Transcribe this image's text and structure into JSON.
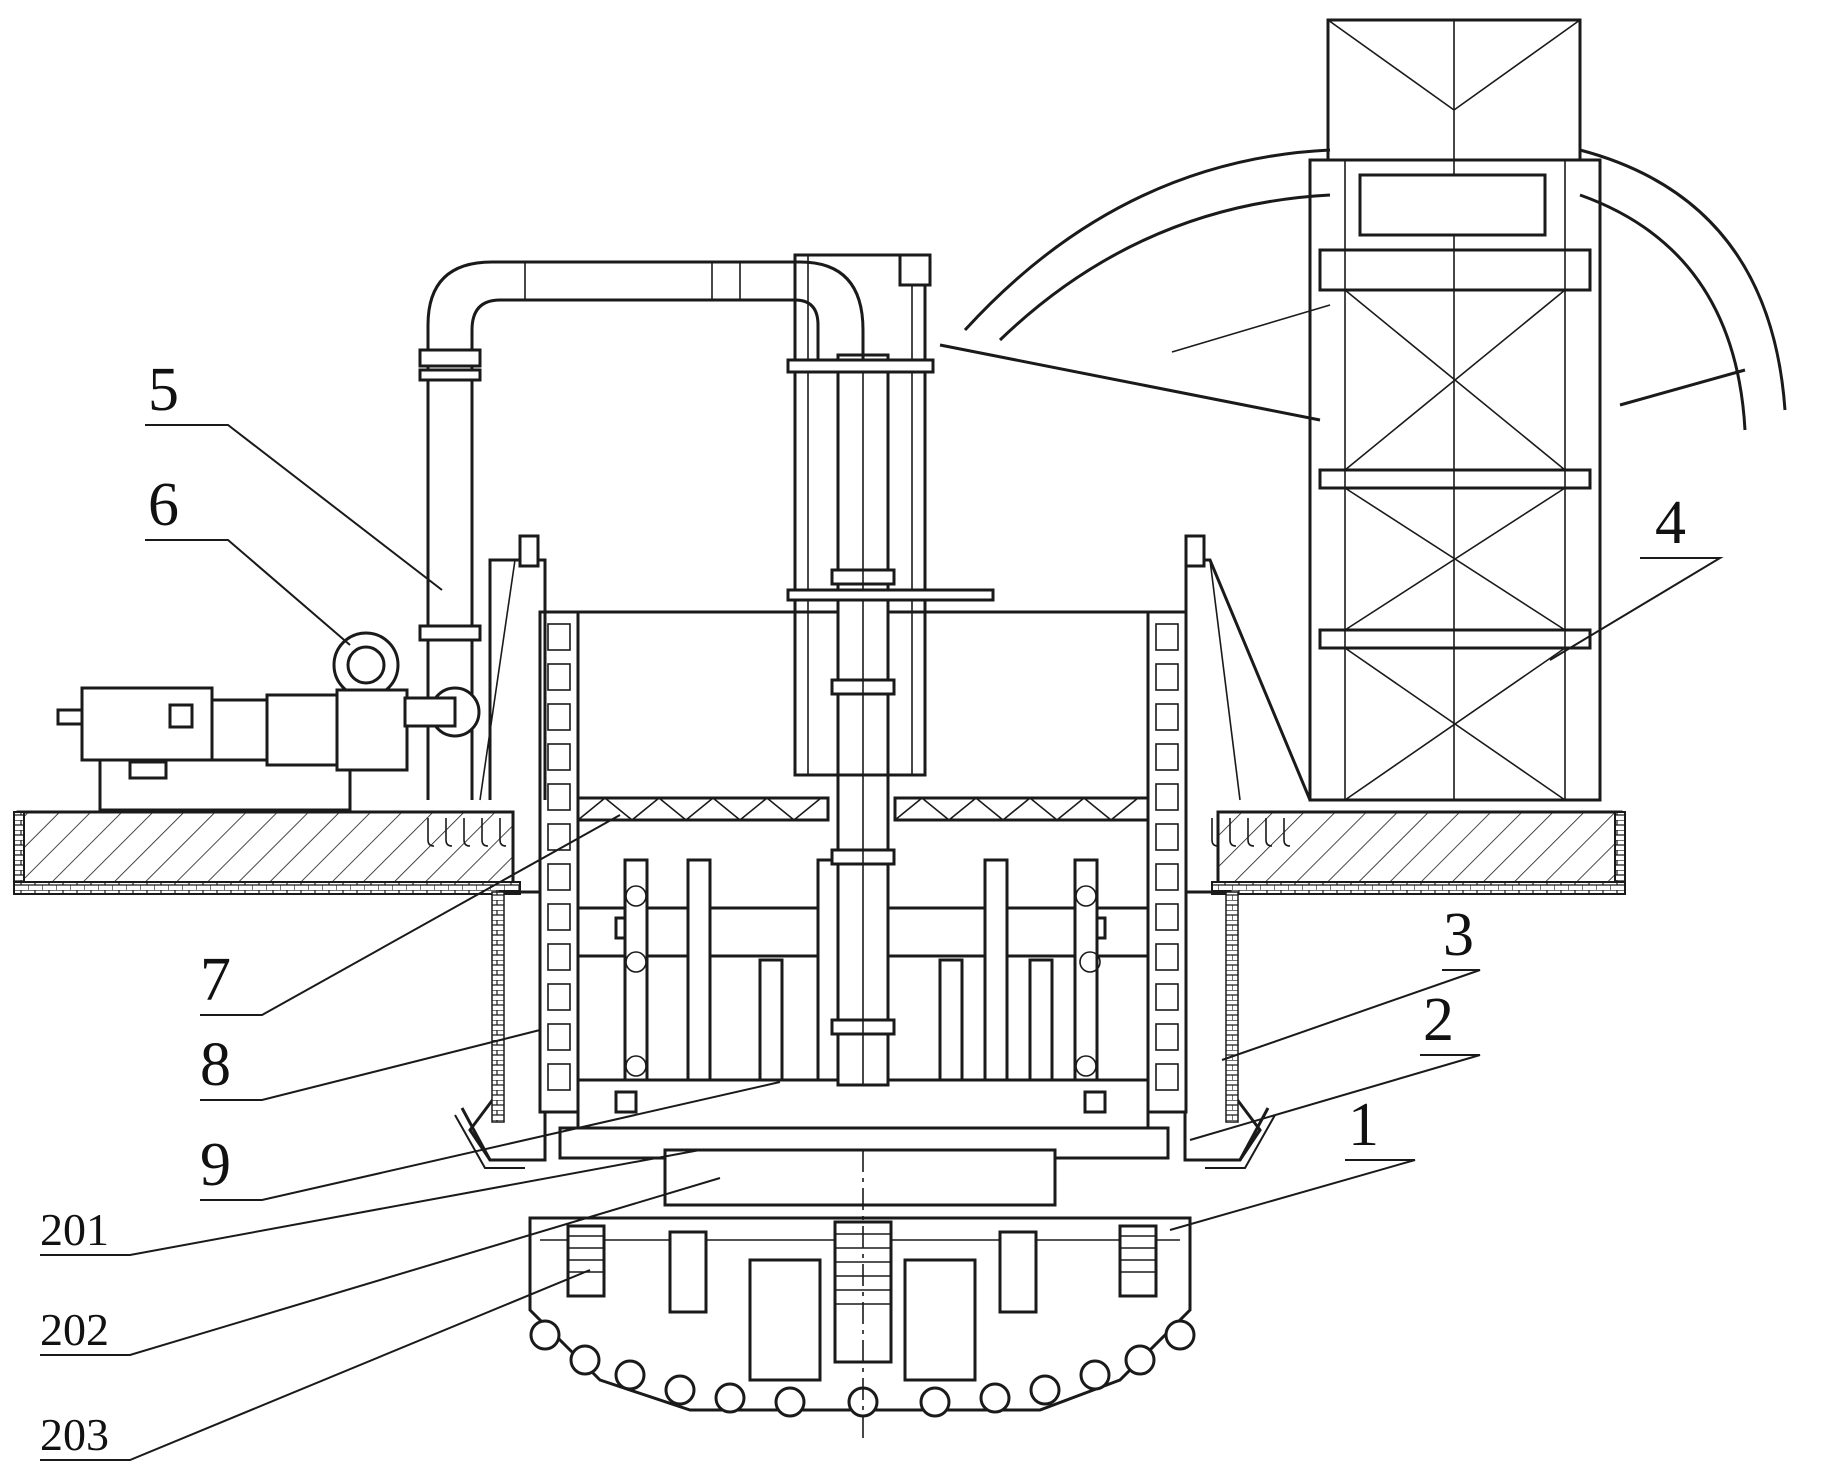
{
  "labels": {
    "l1": "1",
    "l2": "2",
    "l3": "3",
    "l4": "4",
    "l5": "5",
    "l6": "6",
    "l7": "7",
    "l8": "8",
    "l9": "9",
    "l201": "201",
    "l202": "202",
    "l203": "203"
  }
}
